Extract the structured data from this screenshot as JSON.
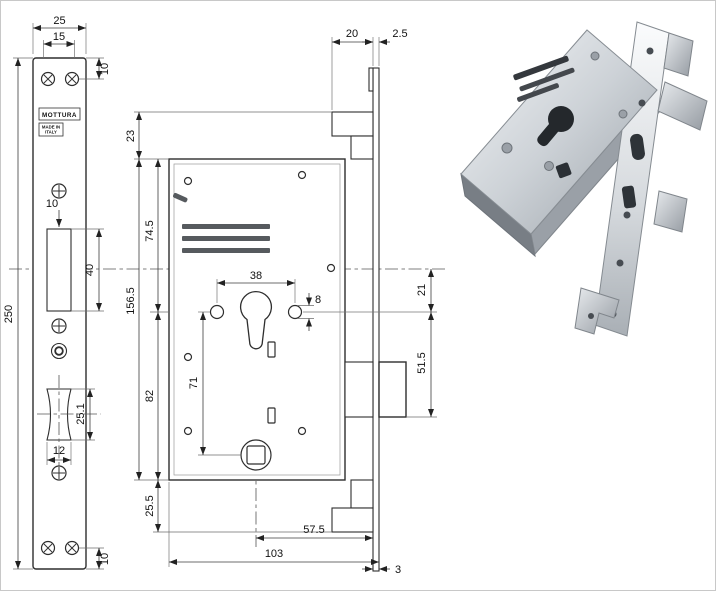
{
  "window": {
    "background": "#ffffff",
    "border_color": "#c8c8c8"
  },
  "plate_view": {
    "brand": "MOTTURA",
    "made_in_top": "MADE IN",
    "made_in_bottom": "ITALY",
    "dims": {
      "width": "25",
      "inner_width": "15",
      "top_screw_offset": "10",
      "latch_gap": "10",
      "latch_cutout_height": "40",
      "total_height": "250",
      "bolt_cutout_height": "25.1",
      "bolt_cutout_width": "12",
      "bottom_screw_offset": "10"
    }
  },
  "body_view": {
    "dims": {
      "top_clearance": "20",
      "plate_offset": "2.5",
      "top_margin": "23",
      "cylinder_from_top": "74.5",
      "case_height": "156.5",
      "fixing_hole_spacing": "38",
      "fixing_hole_diameter": "8",
      "axis_to_cylinder": "21",
      "cylinder_to_bolt": "51.5",
      "cylinder_to_bottom": "82",
      "cylinder_to_follower": "71",
      "bottom_margin": "25.5",
      "backset": "57.5",
      "case_depth": "103",
      "plate_thickness": "3"
    }
  }
}
